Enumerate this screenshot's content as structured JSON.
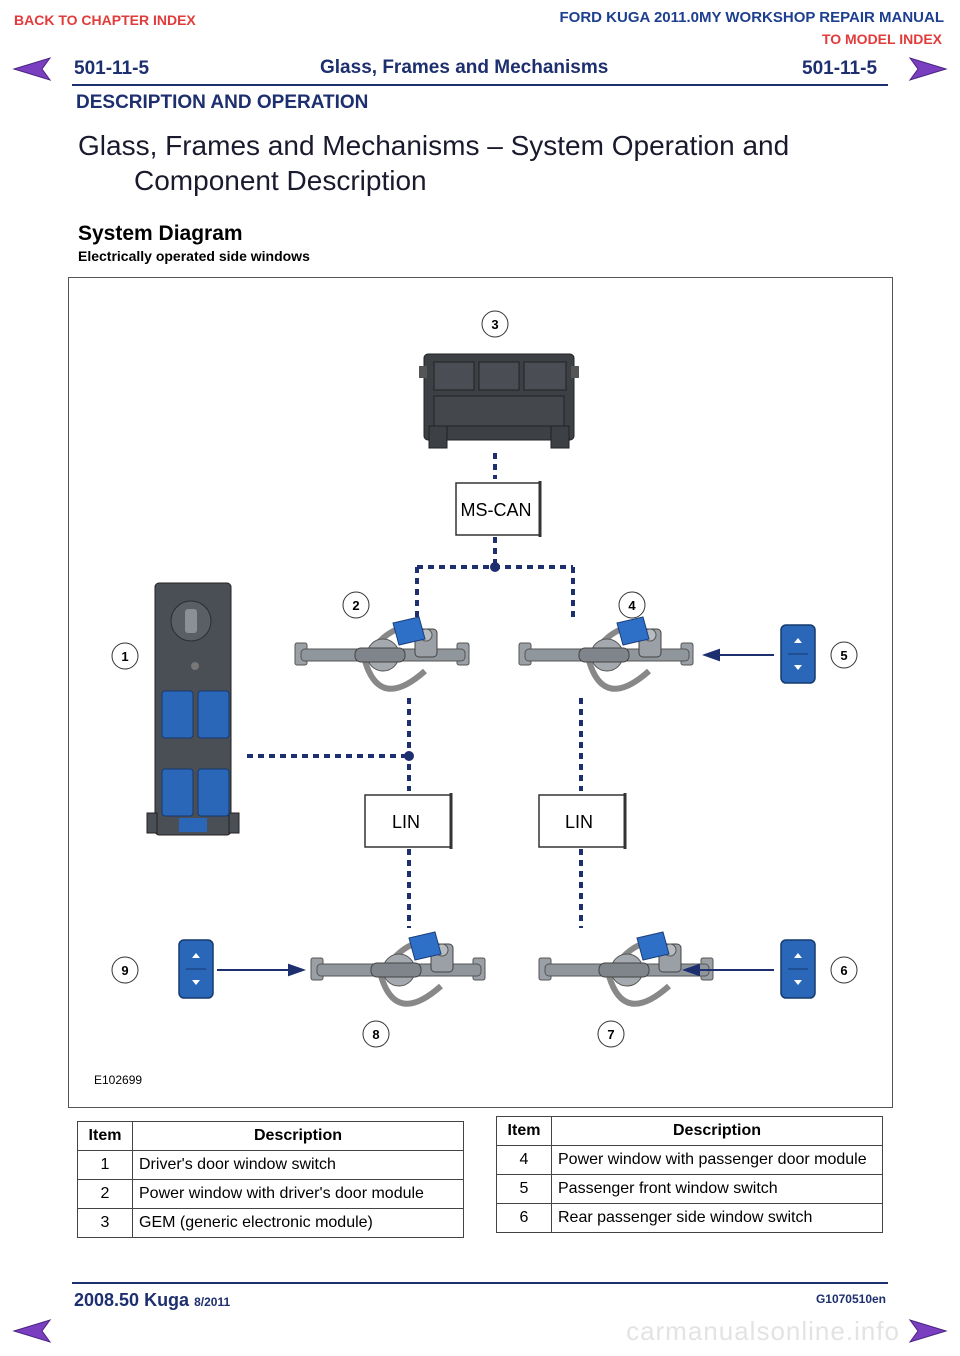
{
  "nav": {
    "back_chapter": "BACK TO CHAPTER INDEX",
    "manual_title": "FORD KUGA 2011.0MY WORKSHOP REPAIR MANUAL",
    "model_index": "TO MODEL INDEX"
  },
  "header": {
    "code_left": "501-11-5",
    "title": "Glass, Frames and Mechanisms",
    "code_right": "501-11-5",
    "section": "DESCRIPTION AND OPERATION"
  },
  "page_title_line1": "Glass, Frames and Mechanisms – System Operation and",
  "page_title_line2": "Component Description",
  "system_diagram": {
    "heading": "System Diagram",
    "subheading": "Electrically operated side windows",
    "figure_id": "E102699",
    "mscan_label": "MS-CAN",
    "lin_left_label": "LIN",
    "lin_right_label": "LIN",
    "callouts": [
      "1",
      "2",
      "3",
      "4",
      "5",
      "6",
      "7",
      "8",
      "9"
    ]
  },
  "table_left": {
    "col_item": "Item",
    "col_description": "Description",
    "rows": [
      {
        "item": "1",
        "description": "Driver's door window switch"
      },
      {
        "item": "2",
        "description": "Power window with driver's door module"
      },
      {
        "item": "3",
        "description": "GEM (generic electronic module)"
      }
    ]
  },
  "table_right": {
    "col_item": "Item",
    "col_description": "Description",
    "rows": [
      {
        "item": "4",
        "description": "Power window with passenger door module"
      },
      {
        "item": "5",
        "description": "Passenger front window switch"
      },
      {
        "item": "6",
        "description": "Rear passenger side window switch"
      }
    ]
  },
  "footer": {
    "model": "2008.50 Kuga",
    "date": "8/2011",
    "doc_code": "G1070510en"
  },
  "watermark": "carmanualsonline.info",
  "colors": {
    "nav_red": "#e23b3b",
    "heading_blue": "#1d3f8f",
    "switch_blue": "#1f5fa8",
    "arrow_purple": "#6b3fa0"
  }
}
